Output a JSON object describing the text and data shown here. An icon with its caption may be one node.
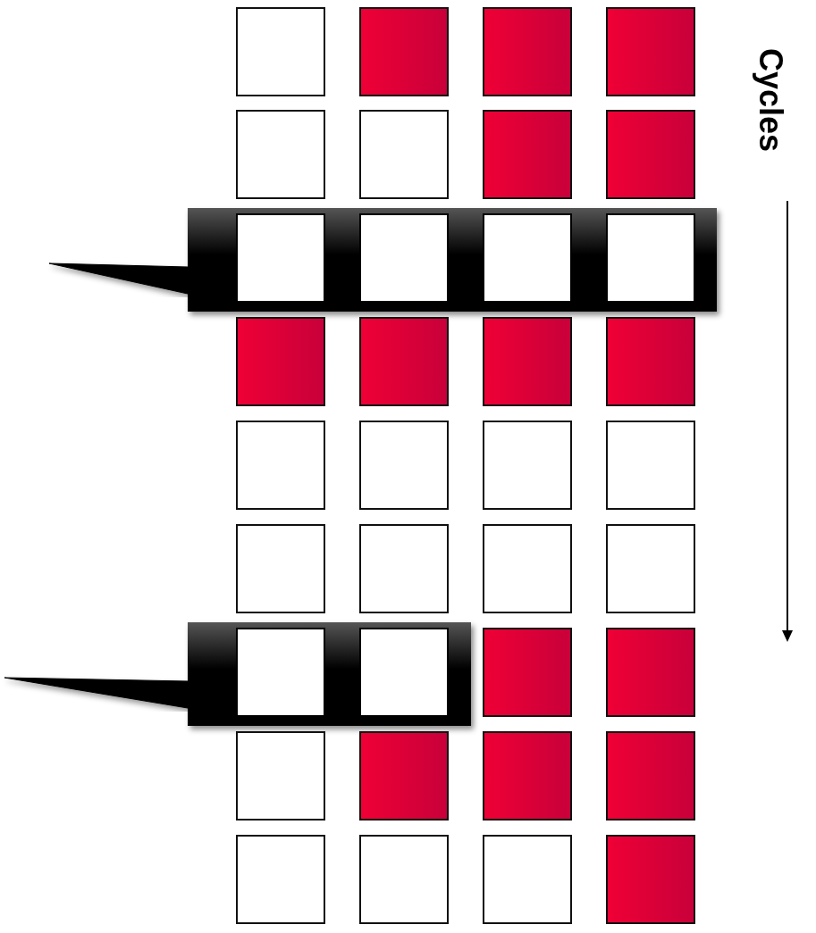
{
  "diagram": {
    "nodes": [
      {
        "text": [],
        "shape": "box"
      },
      {
        "text": [],
        "shape": "box"
      },
      {
        "text": [],
        "shape": "box"
      },
      {
        "text": [],
        "shape": "box"
      },
      {
        "text": [],
        "shape": "box"
      },
      {
        "text": [],
        "shape": "box"
      },
      {
        "text": [],
        "shape": "box"
      },
      {
        "text": [],
        "shape": "box"
      },
      {
        "text": [],
        "shape": "bar"
      },
      {
        "text": [],
        "shape": "box",
        "in": 8
      },
      {
        "text": [],
        "shape": "box",
        "in": 8
      },
      {
        "text": [],
        "shape": "box",
        "in": 8
      },
      {
        "text": [],
        "shape": "box",
        "in": 8
      },
      {
        "text": [],
        "shape": "box"
      },
      {
        "text": [],
        "shape": "box"
      },
      {
        "text": [],
        "shape": "box"
      },
      {
        "text": [],
        "shape": "box"
      },
      {
        "text": [],
        "shape": "box"
      },
      {
        "text": [],
        "shape": "box"
      },
      {
        "text": [],
        "shape": "box"
      },
      {
        "text": [],
        "shape": "box"
      },
      {
        "text": [],
        "shape": "box"
      },
      {
        "text": [],
        "shape": "box"
      },
      {
        "text": [],
        "shape": "box"
      },
      {
        "text": [],
        "shape": "box"
      },
      {
        "text": [],
        "shape": "bar"
      },
      {
        "text": [],
        "shape": "box",
        "in": 25
      },
      {
        "text": [],
        "shape": "box",
        "in": 25
      },
      {
        "text": [],
        "shape": "box"
      },
      {
        "text": [],
        "shape": "box"
      },
      {
        "text": [],
        "shape": "box"
      },
      {
        "text": [],
        "shape": "box"
      },
      {
        "text": [],
        "shape": "box"
      },
      {
        "text": [],
        "shape": "box"
      },
      {
        "text": [],
        "shape": "box"
      },
      {
        "text": [],
        "shape": "box"
      },
      {
        "text": [],
        "shape": "box"
      },
      {
        "text": [],
        "shape": "box"
      }
    ],
    "edges": [
      {
        "from": 8,
        "to": null,
        "arrow": "to"
      },
      {
        "from": 25,
        "to": null,
        "arrow": "to"
      }
    ],
    "labels": [
      "Cycles"
    ]
  }
}
